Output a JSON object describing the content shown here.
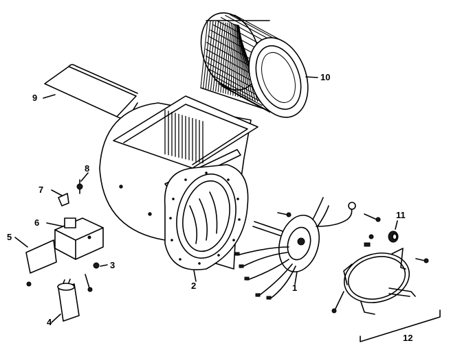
{
  "diagram": {
    "callouts": [
      {
        "id": "callout-1",
        "text": "1"
      },
      {
        "id": "callout-2",
        "text": "2"
      },
      {
        "id": "callout-3",
        "text": "3"
      },
      {
        "id": "callout-4",
        "text": "4"
      },
      {
        "id": "callout-5",
        "text": "5"
      },
      {
        "id": "callout-6",
        "text": "6"
      },
      {
        "id": "callout-7",
        "text": "7"
      },
      {
        "id": "callout-8",
        "text": "8"
      },
      {
        "id": "callout-9",
        "text": "9"
      },
      {
        "id": "callout-10",
        "text": "10"
      },
      {
        "id": "callout-11",
        "text": "11"
      },
      {
        "id": "callout-12",
        "text": "12"
      }
    ],
    "colors": {
      "ink": "#000000",
      "paper": "#ffffff"
    }
  }
}
